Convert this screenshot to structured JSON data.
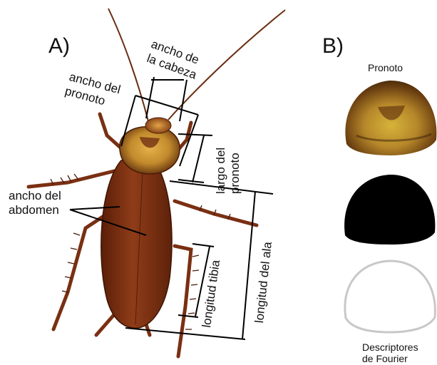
{
  "panel_a": {
    "letter": "A)",
    "labels": {
      "head_width_1": "ancho de",
      "head_width_2": "la cabeza",
      "pronotum_width_1": "ancho del",
      "pronotum_width_2": "pronoto",
      "pronotum_length_1": "largo del",
      "pronotum_length_2": "pronoto",
      "abdomen_width_1": "ancho del",
      "abdomen_width_2": "abdomen",
      "tibia_length": "longitud tibia",
      "wing_length": "longitud del ala"
    }
  },
  "panel_b": {
    "letter": "B)",
    "title": "Pronoto",
    "caption_1": "Descriptores",
    "caption_2": "de Fourier"
  },
  "colors": {
    "body": "#7a2f12",
    "wing": "#8a3818",
    "pronotum_yellow": "#d9a23a",
    "pronotum_brown": "#6b2a10",
    "lines": "#000000",
    "outline_gray": "#c8c8c8"
  }
}
